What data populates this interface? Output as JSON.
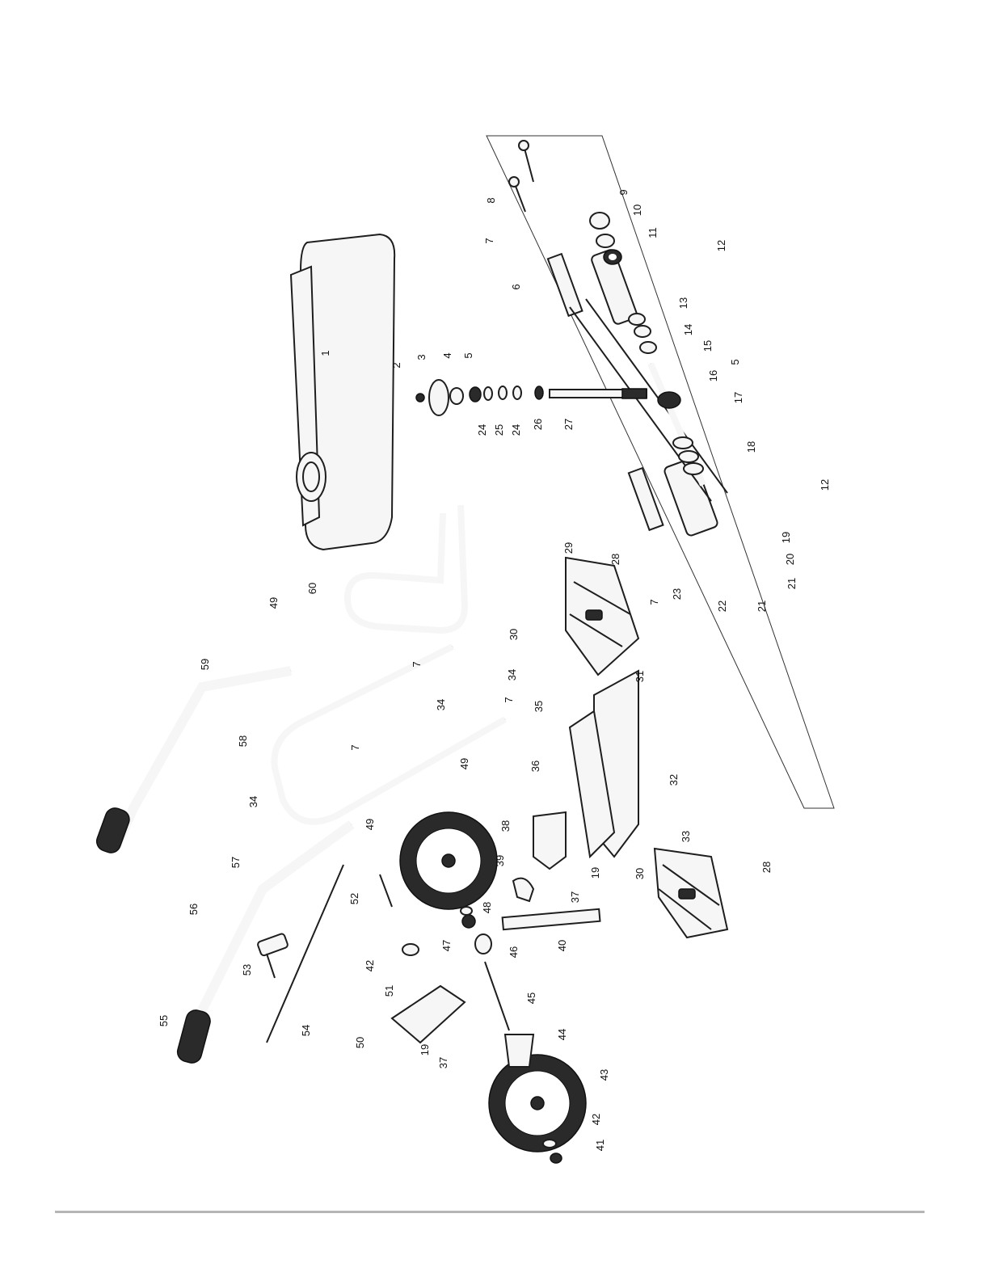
{
  "diagram": {
    "callouts": [
      {
        "id": "c1",
        "label": "1"
      },
      {
        "id": "c2",
        "label": "2"
      },
      {
        "id": "c3",
        "label": "3"
      },
      {
        "id": "c4",
        "label": "4"
      },
      {
        "id": "c5a",
        "label": "5"
      },
      {
        "id": "c5b",
        "label": "5"
      },
      {
        "id": "c6",
        "label": "6"
      },
      {
        "id": "c7a",
        "label": "7"
      },
      {
        "id": "c7b",
        "label": "7"
      },
      {
        "id": "c7c",
        "label": "7"
      },
      {
        "id": "c7d",
        "label": "7"
      },
      {
        "id": "c7e",
        "label": "7"
      },
      {
        "id": "c8",
        "label": "8"
      },
      {
        "id": "c9",
        "label": "9"
      },
      {
        "id": "c10",
        "label": "10"
      },
      {
        "id": "c11",
        "label": "11"
      },
      {
        "id": "c12a",
        "label": "12"
      },
      {
        "id": "c12b",
        "label": "12"
      },
      {
        "id": "c13",
        "label": "13"
      },
      {
        "id": "c14",
        "label": "14"
      },
      {
        "id": "c15",
        "label": "15"
      },
      {
        "id": "c16",
        "label": "16"
      },
      {
        "id": "c17",
        "label": "17"
      },
      {
        "id": "c18",
        "label": "18"
      },
      {
        "id": "c19a",
        "label": "19"
      },
      {
        "id": "c19b",
        "label": "19"
      },
      {
        "id": "c19c",
        "label": "19"
      },
      {
        "id": "c20",
        "label": "20"
      },
      {
        "id": "c21a",
        "label": "21"
      },
      {
        "id": "c21b",
        "label": "21"
      },
      {
        "id": "c22",
        "label": "22"
      },
      {
        "id": "c23",
        "label": "23"
      },
      {
        "id": "c24a",
        "label": "24"
      },
      {
        "id": "c24b",
        "label": "24"
      },
      {
        "id": "c25",
        "label": "25"
      },
      {
        "id": "c26",
        "label": "26"
      },
      {
        "id": "c27",
        "label": "27"
      },
      {
        "id": "c28a",
        "label": "28"
      },
      {
        "id": "c28b",
        "label": "28"
      },
      {
        "id": "c29",
        "label": "29"
      },
      {
        "id": "c30a",
        "label": "30"
      },
      {
        "id": "c30b",
        "label": "30"
      },
      {
        "id": "c31",
        "label": "31"
      },
      {
        "id": "c32",
        "label": "32"
      },
      {
        "id": "c33",
        "label": "33"
      },
      {
        "id": "c34a",
        "label": "34"
      },
      {
        "id": "c34b",
        "label": "34"
      },
      {
        "id": "c34c",
        "label": "34"
      },
      {
        "id": "c35",
        "label": "35"
      },
      {
        "id": "c36",
        "label": "36"
      },
      {
        "id": "c37a",
        "label": "37"
      },
      {
        "id": "c37b",
        "label": "37"
      },
      {
        "id": "c38",
        "label": "38"
      },
      {
        "id": "c39",
        "label": "39"
      },
      {
        "id": "c40",
        "label": "40"
      },
      {
        "id": "c41",
        "label": "41"
      },
      {
        "id": "c42a",
        "label": "42"
      },
      {
        "id": "c42b",
        "label": "42"
      },
      {
        "id": "c43",
        "label": "43"
      },
      {
        "id": "c44",
        "label": "44"
      },
      {
        "id": "c45",
        "label": "45"
      },
      {
        "id": "c46",
        "label": "46"
      },
      {
        "id": "c47",
        "label": "47"
      },
      {
        "id": "c48",
        "label": "48"
      },
      {
        "id": "c49a",
        "label": "49"
      },
      {
        "id": "c49b",
        "label": "49"
      },
      {
        "id": "c49c",
        "label": "49"
      },
      {
        "id": "c50",
        "label": "50"
      },
      {
        "id": "c51",
        "label": "51"
      },
      {
        "id": "c52",
        "label": "52"
      },
      {
        "id": "c53",
        "label": "53"
      },
      {
        "id": "c54",
        "label": "54"
      },
      {
        "id": "c55",
        "label": "55"
      },
      {
        "id": "c56",
        "label": "56"
      },
      {
        "id": "c57",
        "label": "57"
      },
      {
        "id": "c58",
        "label": "58"
      },
      {
        "id": "c59",
        "label": "59"
      },
      {
        "id": "c60",
        "label": "60"
      }
    ]
  }
}
